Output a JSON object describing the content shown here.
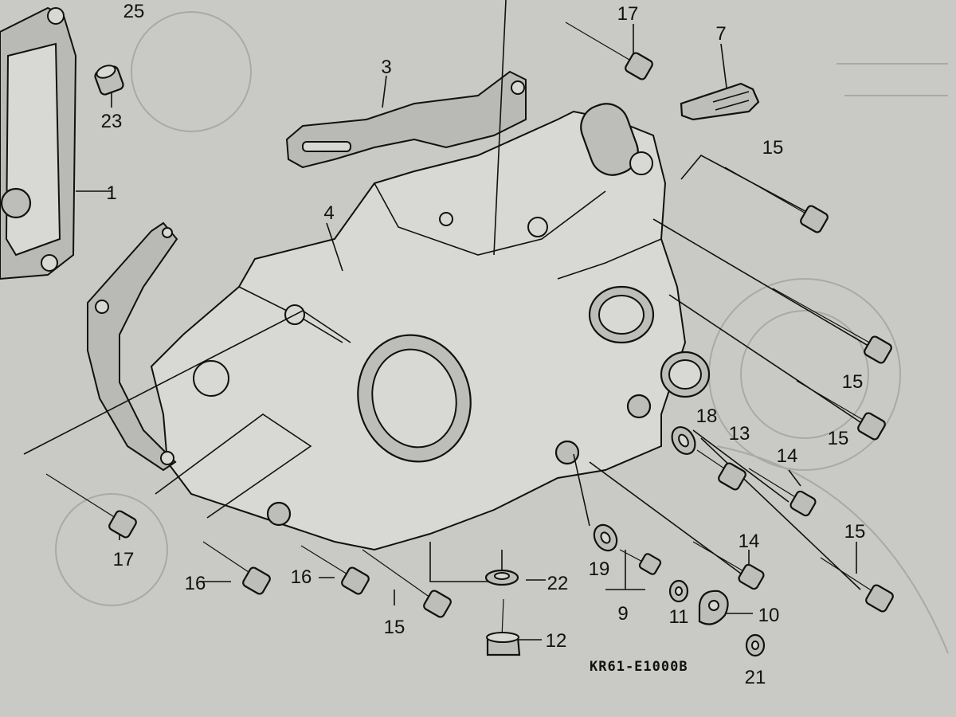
{
  "diagram": {
    "code": "KR61-E1000B",
    "labels": {
      "p1": "1",
      "p3": "3",
      "p4": "4",
      "p7": "7",
      "p9": "9",
      "p10": "10",
      "p11": "11",
      "p12": "12",
      "p13": "13",
      "p14a": "14",
      "p14b": "14",
      "p15a": "15",
      "p15b": "15",
      "p15c": "15",
      "p15d": "15",
      "p15e": "15",
      "p16a": "16",
      "p16b": "16",
      "p17a": "17",
      "p17b": "17",
      "p18": "18",
      "p19": "19",
      "p21": "21",
      "p22": "22",
      "p23": "23",
      "p25": "25"
    }
  }
}
